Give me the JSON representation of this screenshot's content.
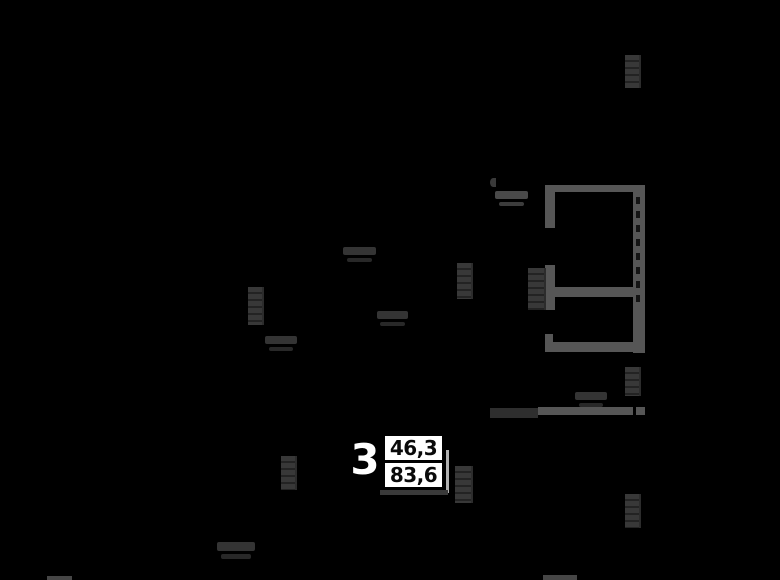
{
  "badge": {
    "rooms": "3",
    "area_top": "46,3",
    "area_bottom": "83,6"
  },
  "colors": {
    "background": "#000000",
    "wall": "#565656",
    "wall_dark": "#2e2e2e",
    "hatch": "#383838",
    "label_blob": "#343434",
    "label_blob_bright": "#4a4a4a",
    "badge_background": "#ffffff",
    "badge_border": "#000000",
    "badge_text": "#0a0a0a",
    "badge_shadow_light": "#b0b0b0",
    "badge_shadow_dark": "#3a3a3a"
  }
}
